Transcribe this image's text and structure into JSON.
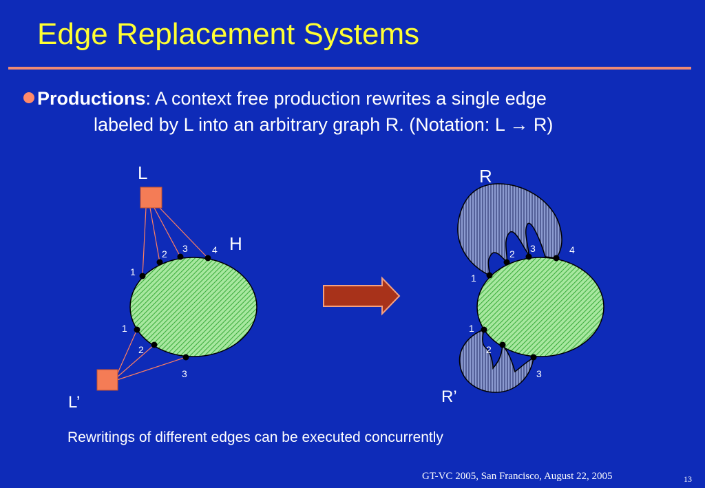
{
  "title": "Edge Replacement Systems",
  "bullet": {
    "term": "Productions",
    "text_part1": ": A context free production rewrites a single edge",
    "text_part2": "labeled by L into an arbitrary graph R. (Notation: L → R)"
  },
  "left_graph": {
    "label_L": "L",
    "label_H": "H",
    "label_Lprime": "L’",
    "top_nodes": [
      "1",
      "2",
      "3",
      "4"
    ],
    "bottom_nodes": [
      "1",
      "2",
      "3"
    ]
  },
  "right_graph": {
    "label_R": "R",
    "label_Rprime": "R’",
    "top_nodes": [
      "1",
      "2",
      "3",
      "4"
    ],
    "bottom_nodes": [
      "1",
      "2",
      "3"
    ]
  },
  "caption": "Rewritings of different edges can be executed concurrently",
  "footer": "GT-VC 2005, San Francisco, August 22, 2005",
  "page_number": "13",
  "colors": {
    "background": "#0e2bb8",
    "title": "#ffff33",
    "rule": "#ef8a73",
    "hyperedge_box": "#f47c56",
    "graph_fill": "#66cc66",
    "production_fill": "#5a6aa8",
    "arrow": "#a8321a"
  }
}
